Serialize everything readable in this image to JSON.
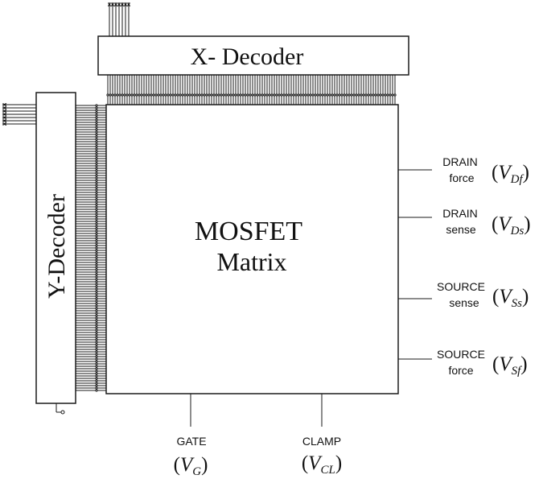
{
  "x_decoder": {
    "label": "X- Decoder"
  },
  "y_decoder": {
    "label": "Y-Decoder"
  },
  "matrix": {
    "line1": "MOSFET",
    "line2": "Matrix"
  },
  "terminals": {
    "drain_force": {
      "line1": "DRAIN",
      "line2": "force",
      "symbol": "V",
      "sub": "Df"
    },
    "drain_sense": {
      "line1": "DRAIN",
      "line2": "sense",
      "symbol": "V",
      "sub": "Ds"
    },
    "source_sense": {
      "line1": "SOURCE",
      "line2": "sense",
      "symbol": "V",
      "sub": "Ss"
    },
    "source_force": {
      "line1": "SOURCE",
      "line2": "force",
      "symbol": "V",
      "sub": "Sf"
    },
    "gate": {
      "line1": "GATE",
      "symbol": "V",
      "sub": "G"
    },
    "clamp": {
      "line1": "CLAMP",
      "symbol": "V",
      "sub": "CL"
    }
  },
  "colors": {
    "stroke": "#1a1a1a",
    "text": "#111111",
    "background": "#ffffff"
  }
}
